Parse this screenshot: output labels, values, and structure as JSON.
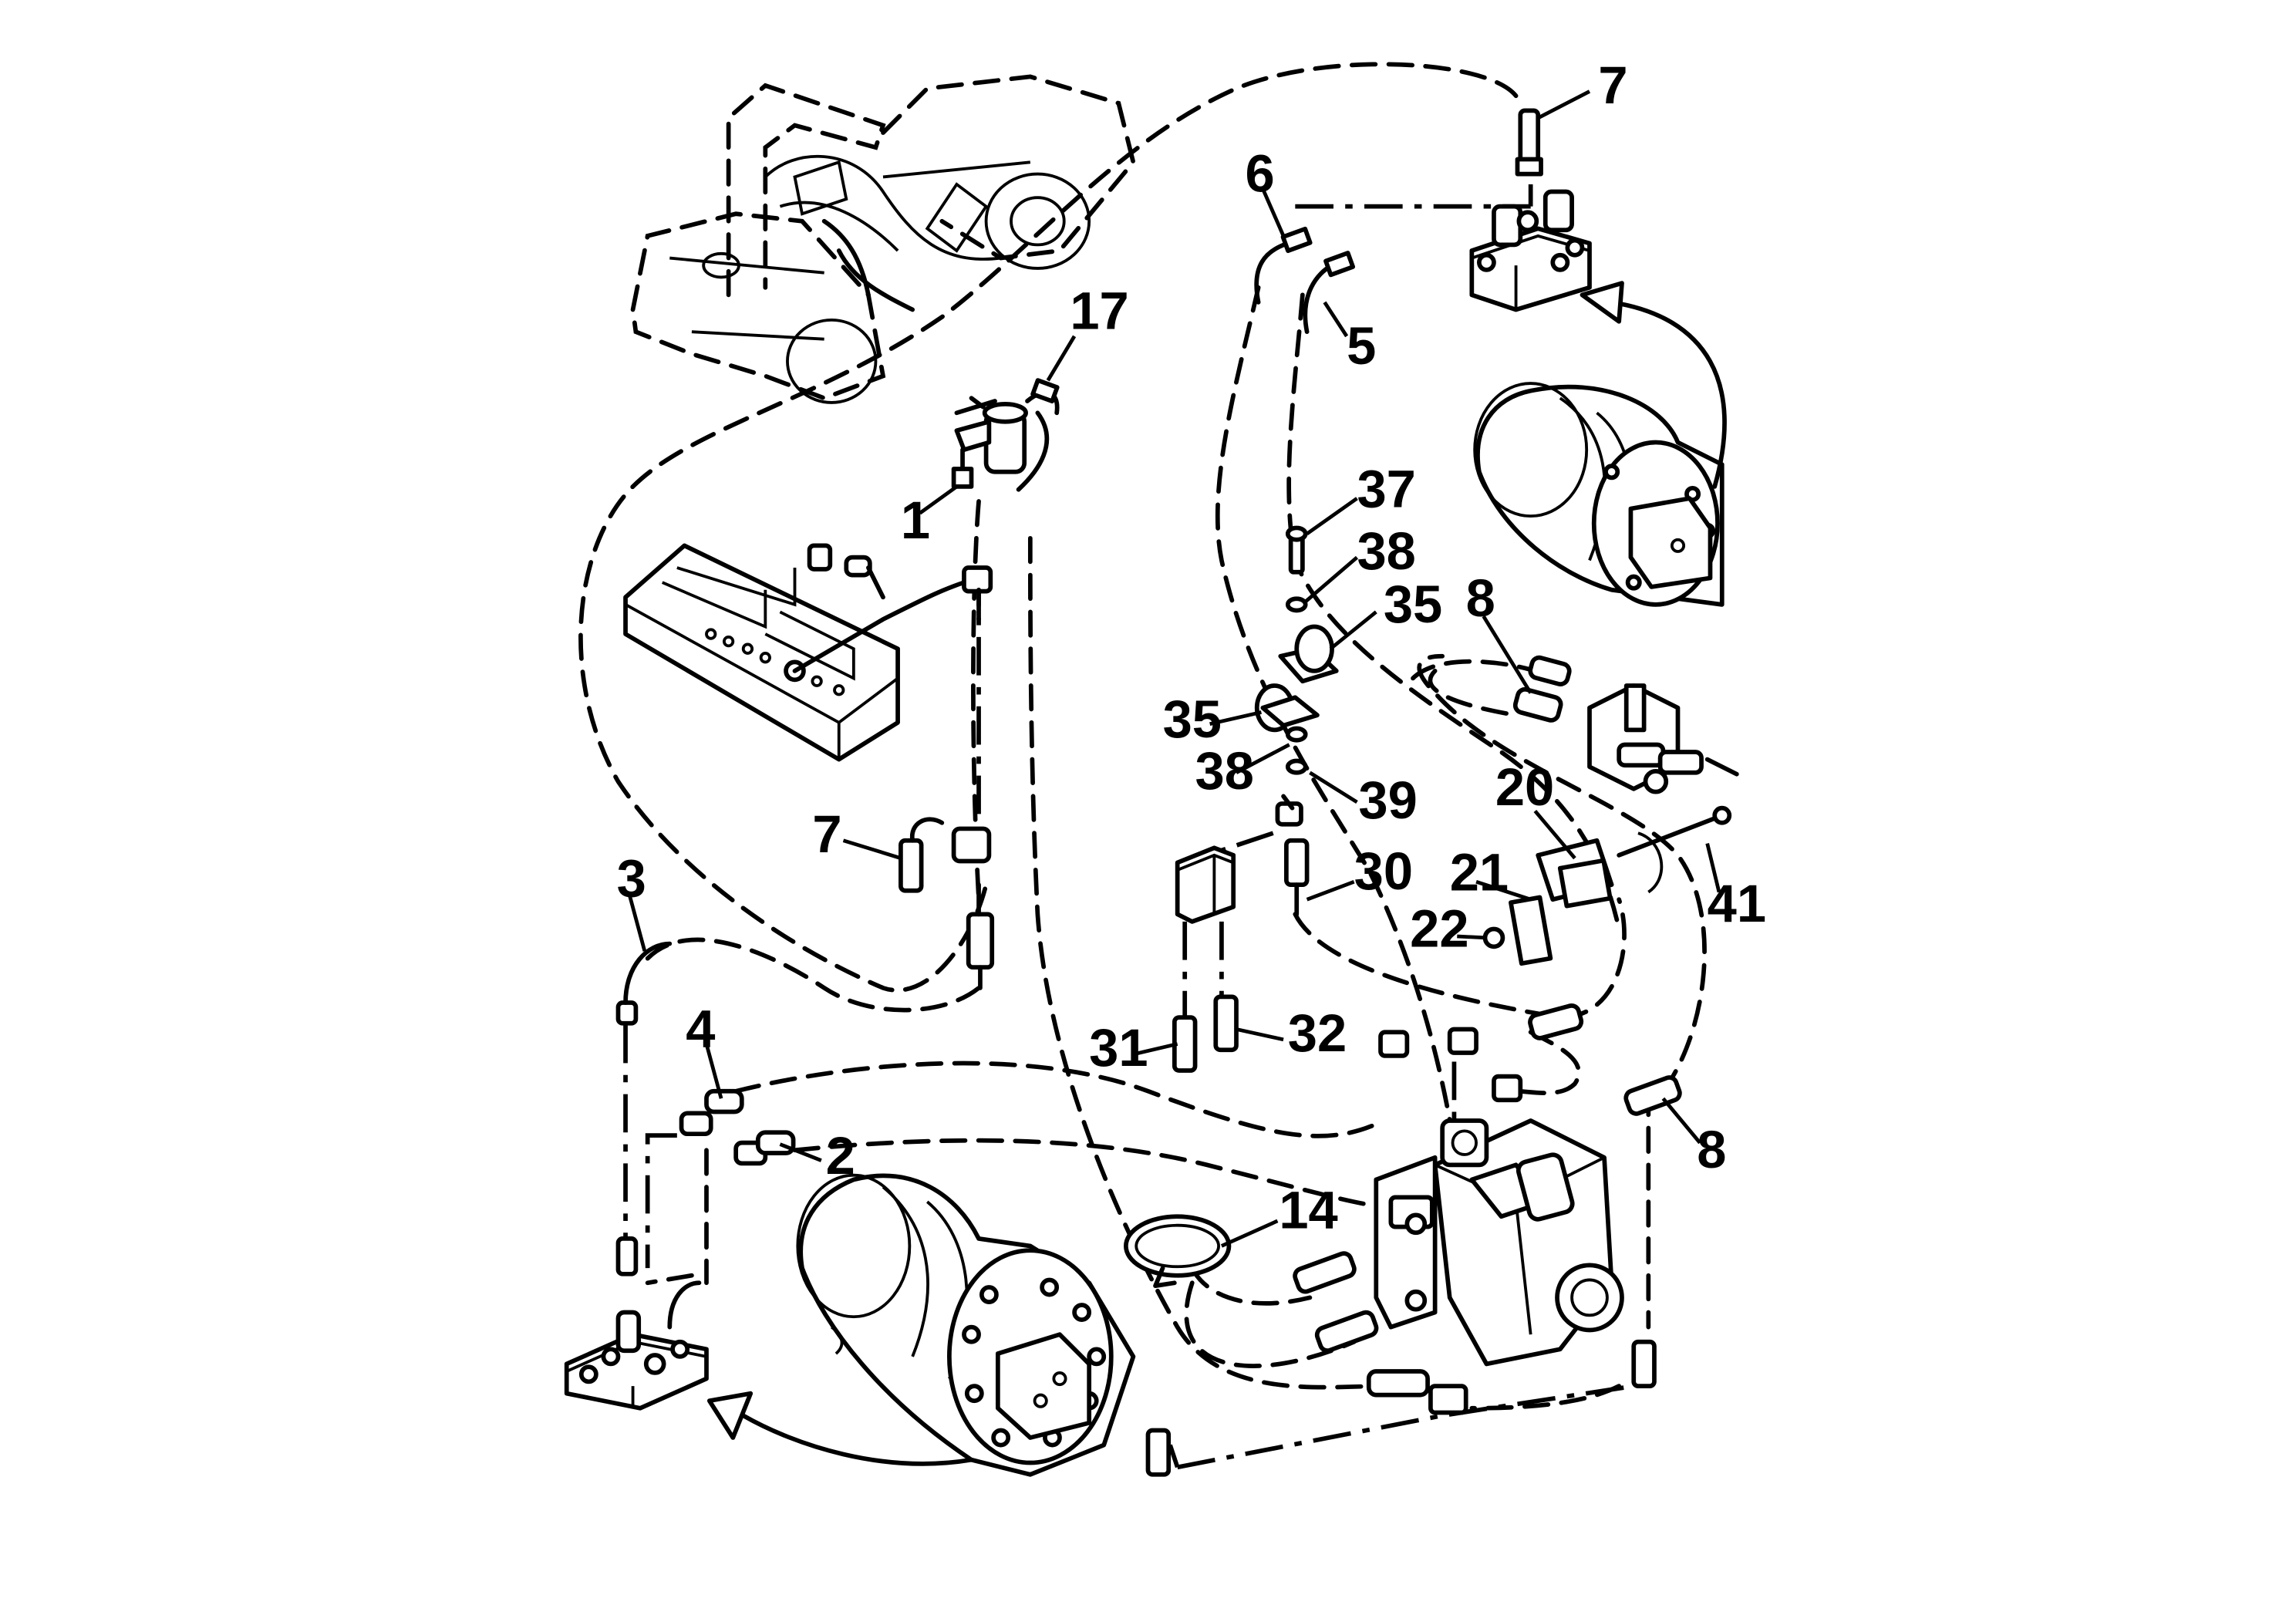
{
  "callouts": [
    {
      "id": "c7a",
      "text": "7"
    },
    {
      "id": "c6",
      "text": "6"
    },
    {
      "id": "c5",
      "text": "5"
    },
    {
      "id": "c17",
      "text": "17"
    },
    {
      "id": "c1",
      "text": "1"
    },
    {
      "id": "c37",
      "text": "37"
    },
    {
      "id": "c38a",
      "text": "38"
    },
    {
      "id": "c35a",
      "text": "35"
    },
    {
      "id": "c8a",
      "text": "8"
    },
    {
      "id": "c35b",
      "text": "35"
    },
    {
      "id": "c38b",
      "text": "38"
    },
    {
      "id": "c39",
      "text": "39"
    },
    {
      "id": "c20",
      "text": "20"
    },
    {
      "id": "c7b",
      "text": "7"
    },
    {
      "id": "c3",
      "text": "3"
    },
    {
      "id": "c30",
      "text": "30"
    },
    {
      "id": "c21",
      "text": "21"
    },
    {
      "id": "c41",
      "text": "41"
    },
    {
      "id": "c22",
      "text": "22"
    },
    {
      "id": "c4",
      "text": "4"
    },
    {
      "id": "c31",
      "text": "31"
    },
    {
      "id": "c32",
      "text": "32"
    },
    {
      "id": "c2",
      "text": "2"
    },
    {
      "id": "c8b",
      "text": "8"
    },
    {
      "id": "c14",
      "text": "14"
    }
  ]
}
